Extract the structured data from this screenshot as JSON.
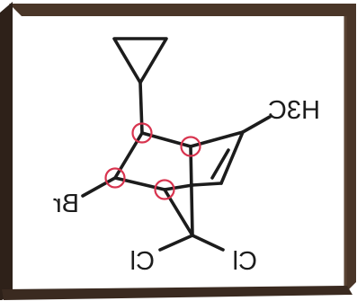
{
  "labels": {
    "methyl": "H3C",
    "bromine": "Br",
    "chlorine_left": "Cl",
    "chlorine_right": "Cl"
  },
  "colors": {
    "frame_dark": "#3a2a20",
    "frame_mid": "#5a4434",
    "ink": "#1c1c1c",
    "stereocenter_circle": "#d8344f"
  }
}
